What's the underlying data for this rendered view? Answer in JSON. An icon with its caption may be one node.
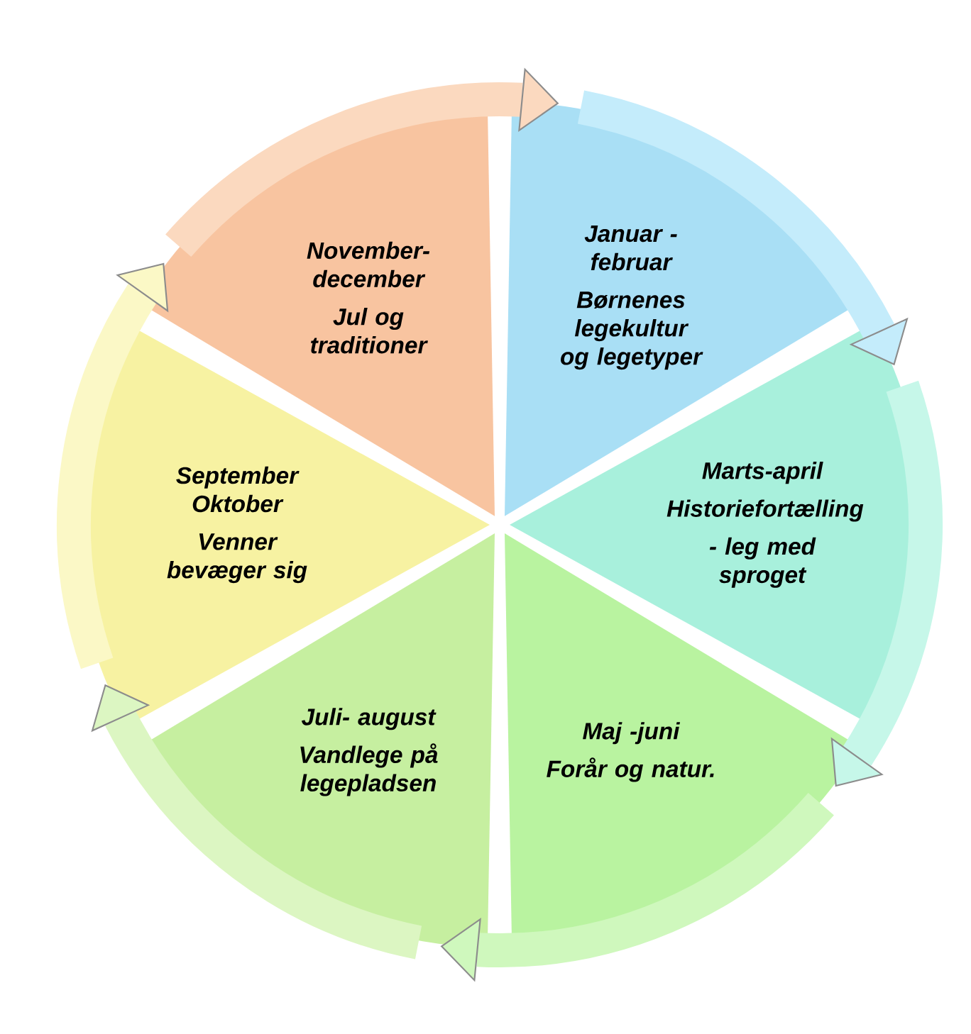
{
  "diagram": {
    "nodes": [
      {
        "text": [
          "Januar - februar",
          "Børnenes legekultur og legetyper"
        ]
      },
      {
        "text": [
          "Marts-april",
          "Historiefortælling",
          "- leg med sproget"
        ]
      },
      {
        "text": [
          "Maj -juni",
          "Forår og natur."
        ]
      },
      {
        "text": [
          "Juli- august",
          "Vandlege på legepladsen"
        ]
      },
      {
        "text": [
          "September Oktober",
          "Venner bevæger sig"
        ]
      },
      {
        "text": [
          "November-december",
          "Jul og traditioner"
        ]
      }
    ],
    "edges": [
      {
        "from": 0,
        "to": 1,
        "arrow": "to",
        "color": "#c4ecfb"
      },
      {
        "from": 1,
        "to": 2,
        "arrow": "to",
        "color": "#c6f7e9"
      },
      {
        "from": 2,
        "to": 3,
        "arrow": "to",
        "color": "#cff8bd"
      },
      {
        "from": 3,
        "to": 4,
        "arrow": "to",
        "color": "#dcf6c2"
      },
      {
        "from": 4,
        "to": 5,
        "arrow": "to",
        "color": "#fbf8c6"
      },
      {
        "from": 5,
        "to": 0,
        "arrow": "to",
        "color": "#fbd9bf"
      }
    ]
  }
}
